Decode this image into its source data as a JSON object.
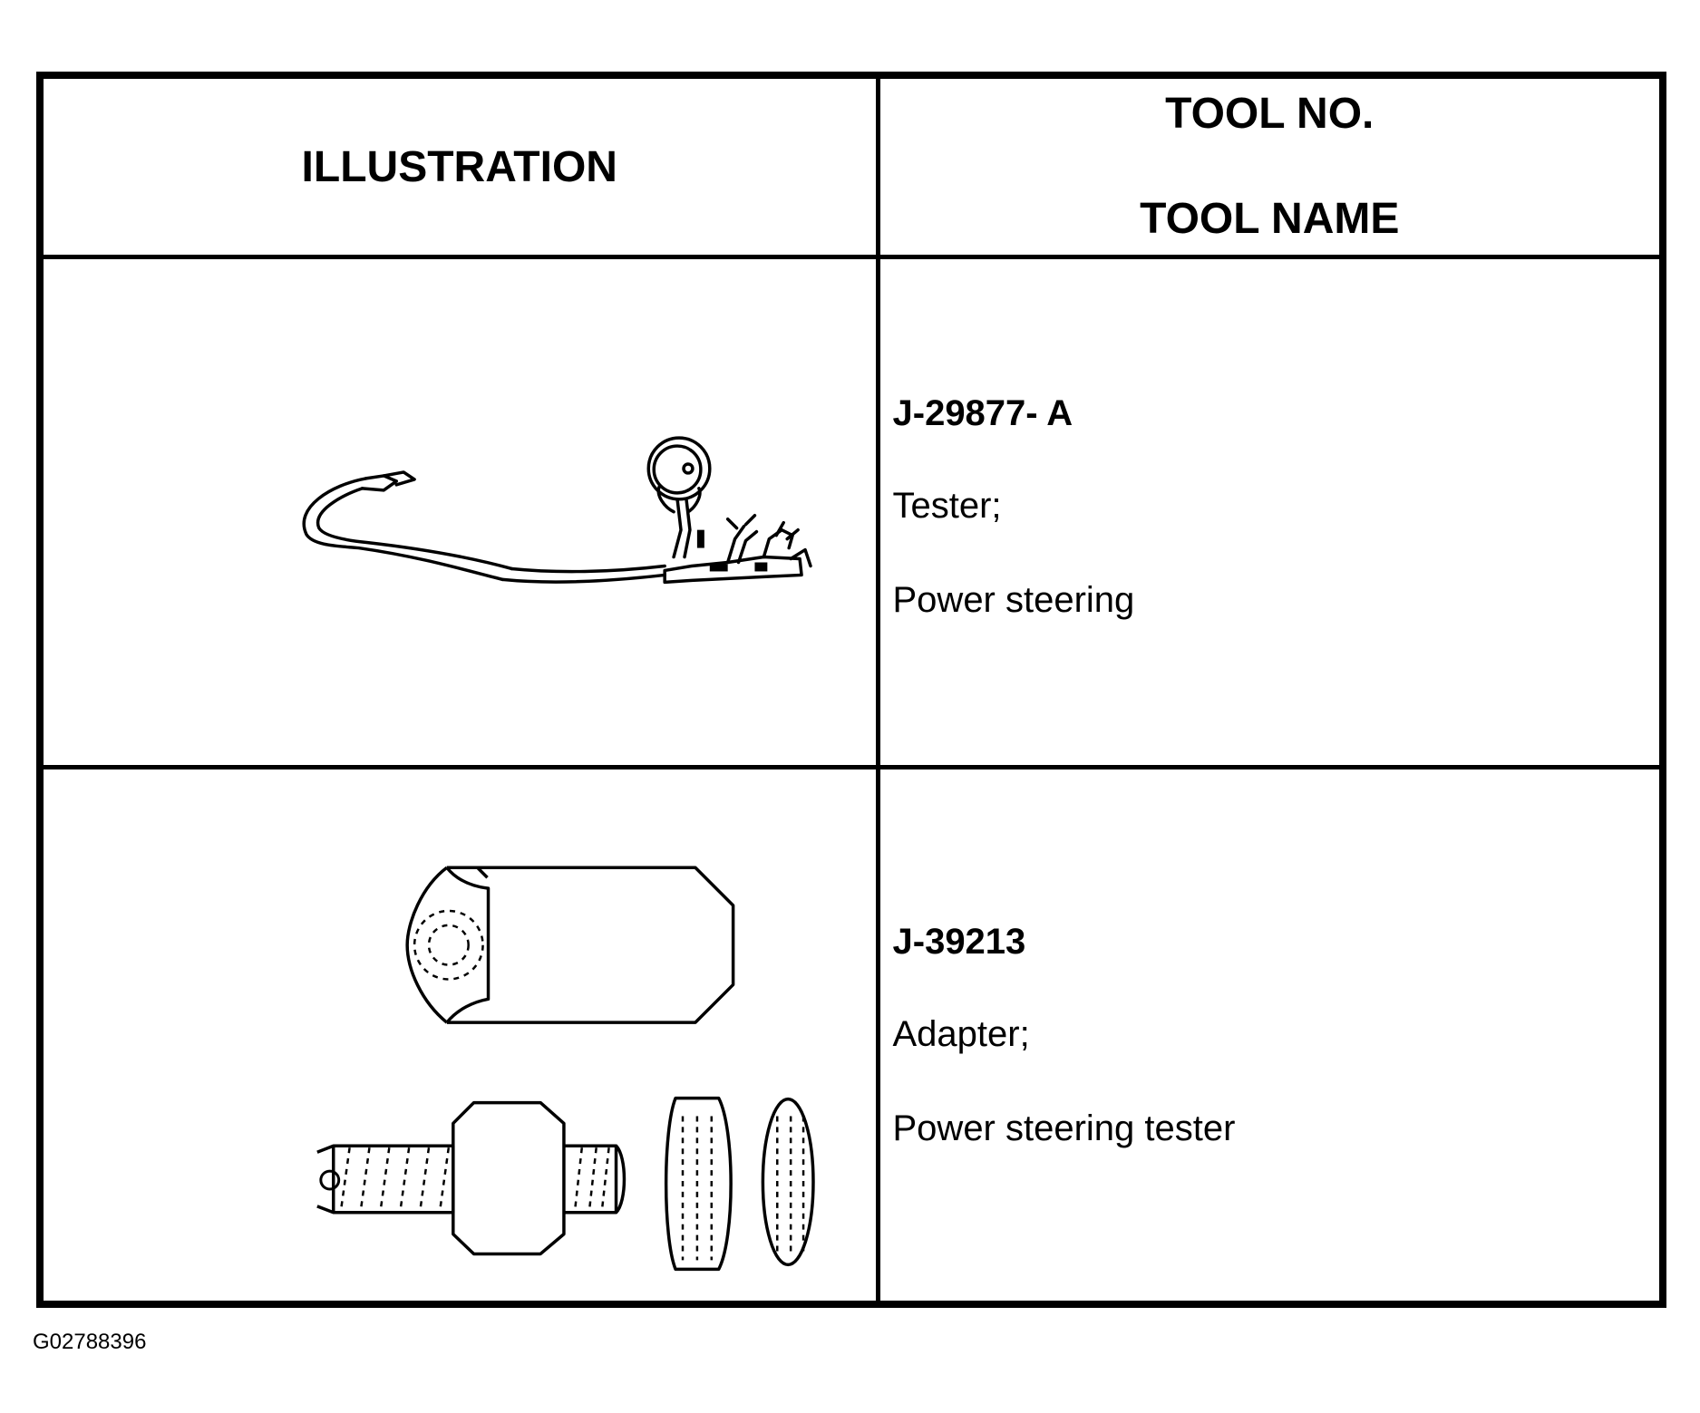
{
  "table": {
    "header": {
      "illustration": "ILLUSTRATION",
      "tool_no": "TOOL NO.",
      "tool_name": "TOOL NAME"
    },
    "rows": [
      {
        "tool_no": "J-29877- A",
        "name_line1": "Tester;",
        "name_line2": "Power steering",
        "illustration_icon": "power-steering-tester-icon"
      },
      {
        "tool_no": "J-39213",
        "name_line1": "Adapter;",
        "name_line2": "Power steering tester",
        "illustration_icon": "adapter-icon"
      }
    ]
  },
  "footer": {
    "figure_id": "G02788396"
  }
}
